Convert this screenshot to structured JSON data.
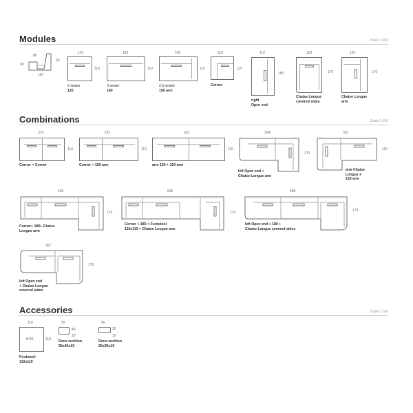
{
  "sections": {
    "modules": {
      "title": "Modules",
      "scale": "Scale 1:100"
    },
    "combinations": {
      "title": "Combinations",
      "scale": "Scale 1:100"
    },
    "accessories": {
      "title": "Accessories",
      "scale": "Scale 1:100"
    }
  },
  "modules": [
    {
      "dims": [
        "80",
        "45",
        "68",
        "110"
      ]
    },
    {
      "dims": [
        "123",
        "110"
      ],
      "label_light": "2 seater",
      "label_bold": "120"
    },
    {
      "dims": [
        "183",
        "110"
      ],
      "label_light": "3 seater",
      "label_bold": "180"
    },
    {
      "dims": [
        "180",
        "110"
      ],
      "label_light": "2.5 seater",
      "label_bold": "150 arm"
    },
    {
      "dims": [
        "110",
        "110"
      ],
      "label_bold": "Corner"
    },
    {
      "dims": [
        "110",
        "183"
      ],
      "label_bold_1": "right",
      "label_bold_2": "Open end"
    },
    {
      "dims": [
        "123",
        "170"
      ],
      "label_bold_1": "Chaise Longue",
      "label_bold_2": "covered sides"
    },
    {
      "dims": [
        "120",
        "170"
      ],
      "label_bold_1": "Chaise Longue",
      "label_bold_2": "arm"
    }
  ],
  "combinations": [
    {
      "dims": [
        "221",
        "110"
      ],
      "lines": [
        "Corner + Corner"
      ]
    },
    {
      "dims": [
        "291",
        "110"
      ],
      "lines": [
        "Corner + 150 arm"
      ]
    },
    {
      "dims": [
        "361",
        "110"
      ],
      "lines": [
        "arm 150 + 150 arm"
      ]
    },
    {
      "dims": [
        "304",
        "170"
      ],
      "lines": [
        "left Open end +",
        "Chaise Longue arm"
      ]
    },
    {
      "dims": [
        "301",
        "110"
      ],
      "lines": [
        "arm Chaise",
        "Longue +",
        "150 arm"
      ]
    },
    {
      "dims": [
        "435",
        "170"
      ],
      "lines": [
        "Corner+ 180+ Chaise",
        "Longue arm"
      ]
    },
    {
      "dims": [
        "526",
        "170"
      ],
      "lines": [
        "Corner + 180 + Footstool",
        "110x110 + Chaise Longue arm"
      ]
    },
    {
      "dims": [
        "488",
        "170"
      ],
      "lines": [
        "left Open end + 180 +",
        "Chaise Longue covered sides"
      ]
    },
    {
      "dims": [
        "307",
        "170"
      ],
      "lines": [
        "left Open end",
        "+ Chaise Longue",
        "covered sides"
      ]
    }
  ],
  "accessories": [
    {
      "dims": [
        "110",
        "110"
      ],
      "inner": "H:45",
      "lines": [
        "Footstool",
        "110x110"
      ]
    },
    {
      "dims": [
        "55",
        "40",
        "10"
      ],
      "lines": [
        "Deco cushion",
        "55x40x10"
      ]
    },
    {
      "dims": [
        "60",
        "30",
        "10"
      ],
      "lines": [
        "Deco cushion",
        "60x30x10"
      ]
    }
  ]
}
